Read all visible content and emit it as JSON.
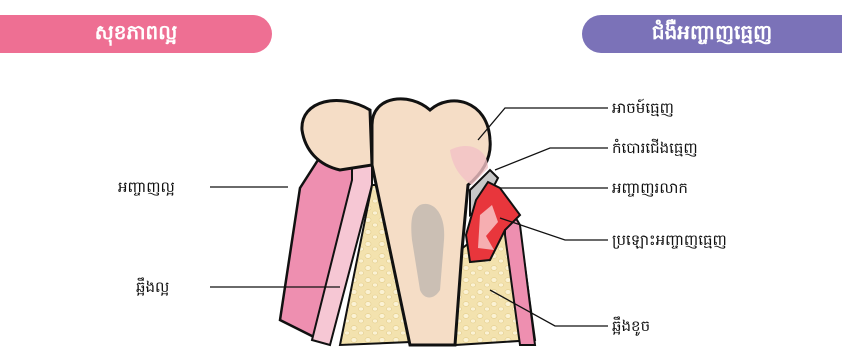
{
  "headers": {
    "left": {
      "label": "សុខភាពល្អ",
      "color": "#ee6f93"
    },
    "right": {
      "label": "ជំងឺអញ្ចាញធ្មេញ",
      "color": "#7b72b8"
    }
  },
  "labels": {
    "healthy_gum": "អញ្ចាញល្អ",
    "healthy_bone": "ឆ្អឹងល្អ",
    "plaque": "អាចម៍ធ្មេញ",
    "tartar": "កំបោរជើងធ្មេញ",
    "inflamed_gum": "អញ្ចាញរលាក",
    "gum_pocket": "ប្រឡោះអញ្ចាញធ្មេញ",
    "damaged_bone": "ឆ្អឹងខូច"
  },
  "colors": {
    "gum_pink": "#ee8fb0",
    "gum_light": "#f6c7d4",
    "bone": "#f3e2ae",
    "tooth": "#f5ddc6",
    "pulp": "#cbbfb4",
    "inflamed": "#e8363c",
    "tartar": "#c8c8c8"
  }
}
